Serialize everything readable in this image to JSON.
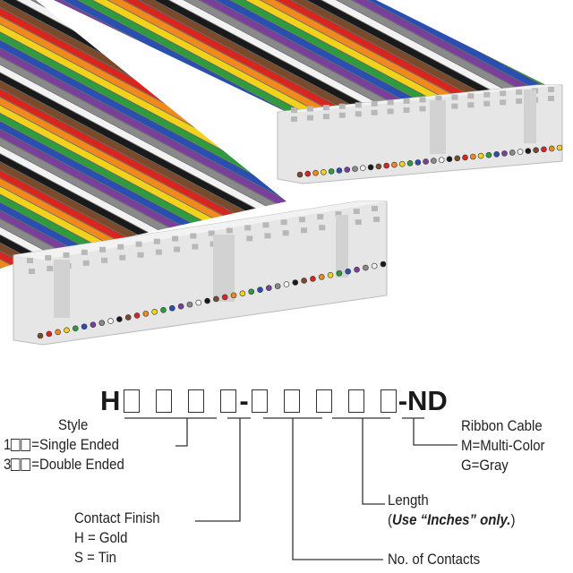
{
  "part_number": {
    "prefix": "H",
    "suffix": "-ND",
    "dash": "-"
  },
  "labels": {
    "style": {
      "title": "Style",
      "single": "=Single Ended",
      "single_prefix": "1",
      "double": "=Double Ended",
      "double_prefix": "3"
    },
    "contact_finish": {
      "title": "Contact Finish",
      "gold": "H = Gold",
      "tin": "S = Tin"
    },
    "contacts": {
      "title": "No. of Contacts"
    },
    "length": {
      "title": "Length",
      "note_open": "(",
      "note_bold": "Use “Inches” only.",
      "note_close": ")"
    },
    "ribbon": {
      "title": "Ribbon Cable",
      "multi": "M=Multi-Color",
      "gray": "G=Gray"
    }
  },
  "colors": {
    "stripes": [
      "#7a4a2a",
      "#d8261e",
      "#f08a1c",
      "#f2d21a",
      "#2f9a3e",
      "#2a4fb0",
      "#7a3f9a",
      "#8a8a8a",
      "#f2f2f2",
      "#1a1a1a"
    ],
    "connector": "#e4e4e4"
  }
}
